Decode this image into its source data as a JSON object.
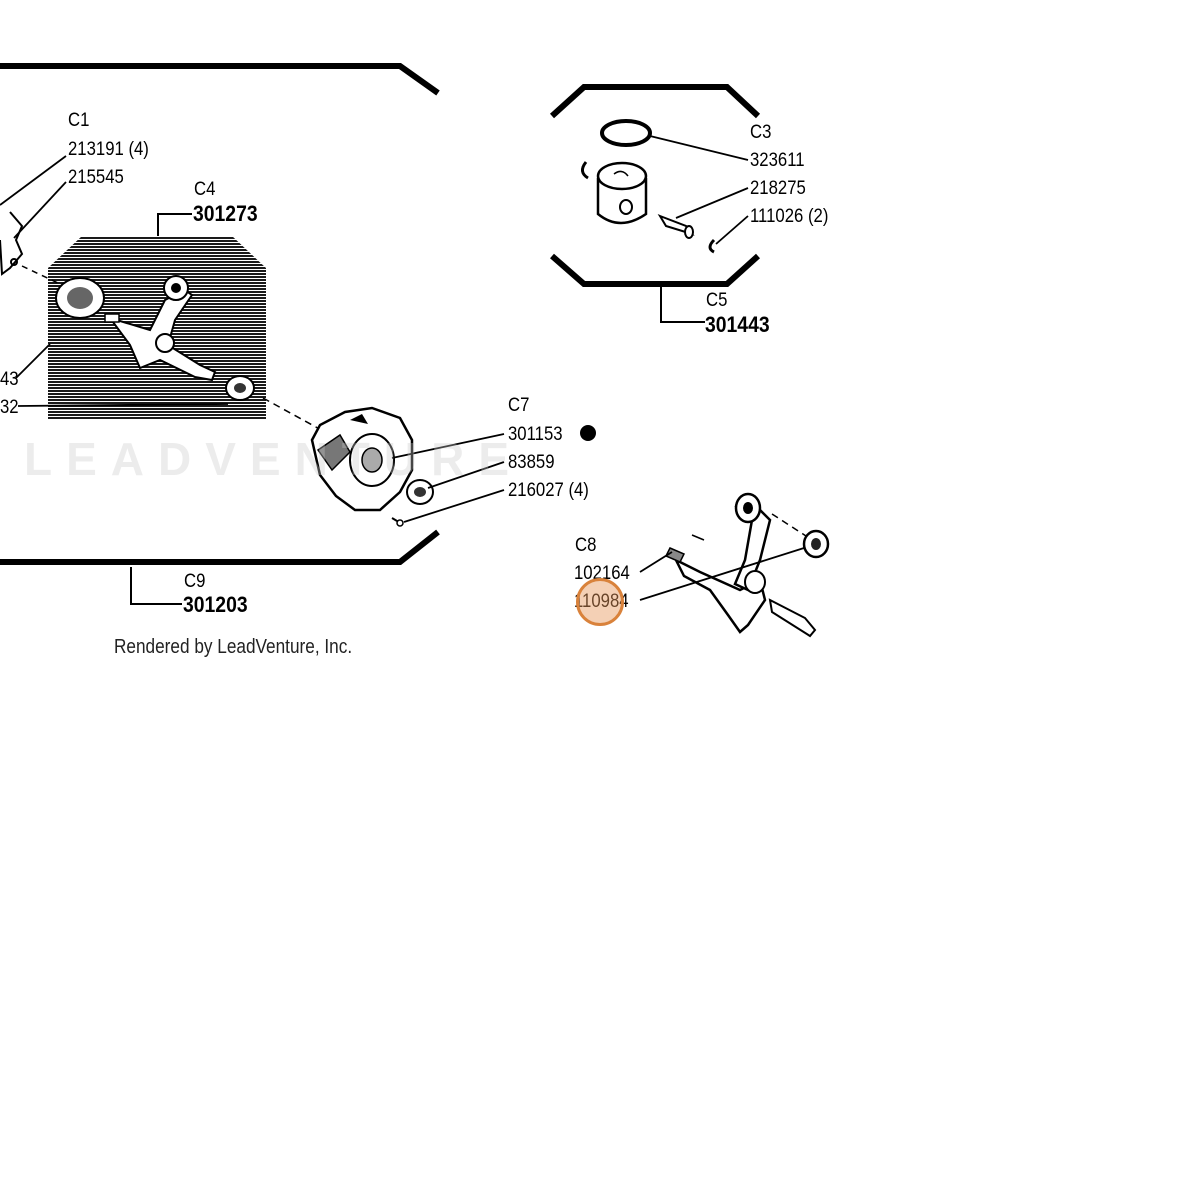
{
  "callouts": {
    "c1": "C1",
    "p213191": "213191 (4)",
    "p215545": "215545",
    "c4": "C4",
    "p301273": "301273",
    "left43": "43",
    "left32": "32",
    "c3": "C3",
    "p323611": "323611",
    "p218275": "218275",
    "p111026": "111026 (2)",
    "c5": "C5",
    "p301443": "301443",
    "c7": "C7",
    "p301153": "301153",
    "p83859": "83859",
    "p216027": "216027 (4)",
    "c8": "C8",
    "p102164": "102164",
    "p110984": "110984",
    "c9": "C9",
    "p301203": "301203"
  },
  "footer": "Rendered by LeadVenture, Inc.",
  "watermark": "LEADVENTURE",
  "colors": {
    "ink": "#000000",
    "highlight": "#d9823b"
  }
}
